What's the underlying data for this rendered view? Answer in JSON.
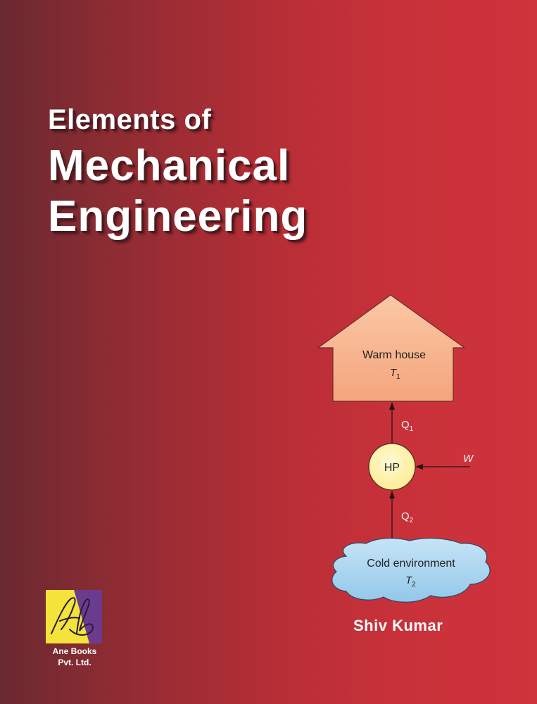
{
  "cover": {
    "title_line1": "Elements of",
    "title_line2": "Mechanical",
    "title_line3": "Engineering",
    "author": "Shiv Kumar",
    "publisher_line1": "Ane Books",
    "publisher_line2": "Pvt. Ltd."
  },
  "diagram": {
    "warm_house": "Warm house",
    "t1": "T",
    "t1_sub": "1",
    "hp": "HP",
    "q1": "Q",
    "q1_sub": "1",
    "q2": "Q",
    "q2_sub": "2",
    "w": "W",
    "cold_environment": "Cold environment",
    "t2": "T",
    "t2_sub": "2"
  },
  "colors": {
    "house_fill": "#f8b48e",
    "hp_fill": "#fff2a8",
    "cloud_fill": "#a8d4f0",
    "logo_yellow": "#f3e33a",
    "logo_purple": "#6b3c8e"
  }
}
